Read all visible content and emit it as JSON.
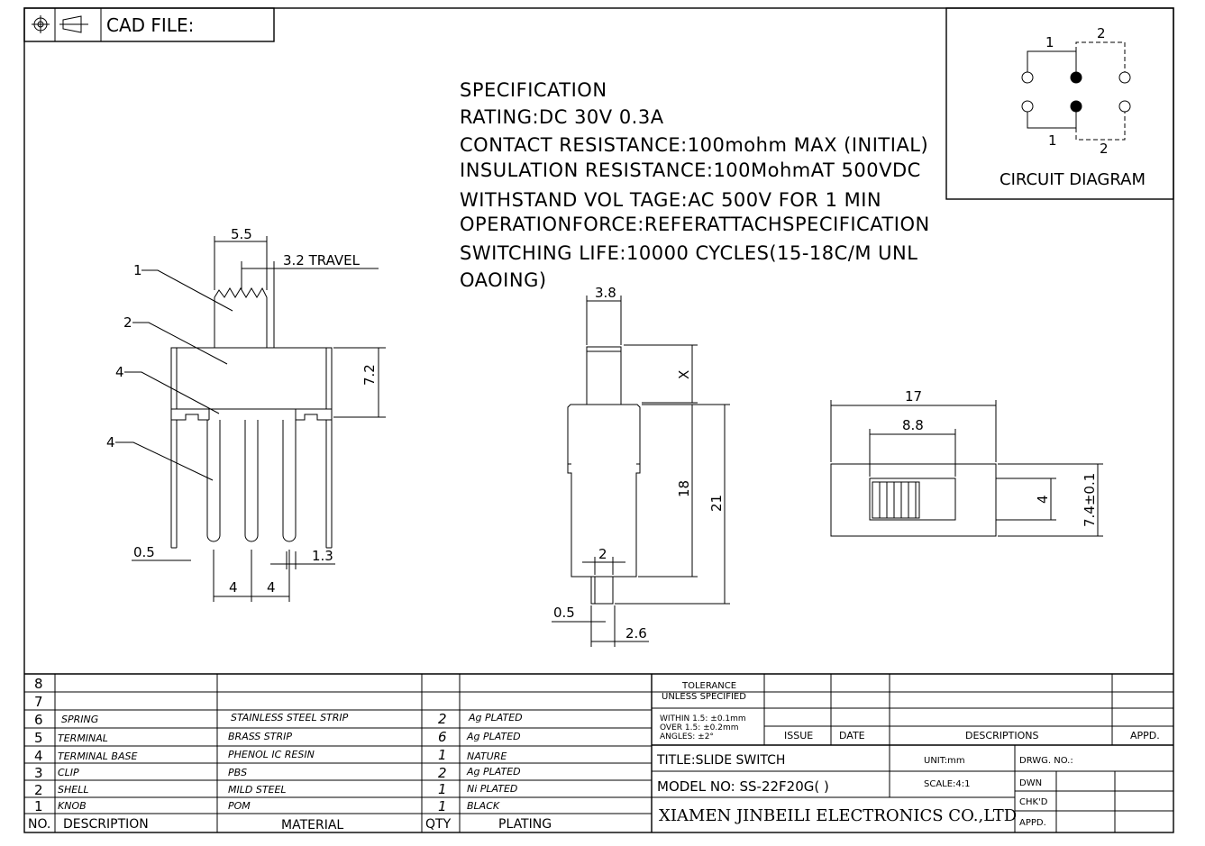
{
  "title_block": {
    "cad_file_label": "CAD FILE:"
  },
  "specification": {
    "heading": "SPECIFICATION",
    "lines": [
      "RATING:DC 30V 0.3A",
      "CONTACT RESISTANCE:100mohm MAX (INITIAL)",
      "INSULATION RESISTANCE:100MohmAT 500VDC",
      "WITHSTAND VOL TAGE:AC 500V FOR 1 MIN",
      "OPERATIONFORCE:REFERATTACHSPECIFICATION",
      "SWITCHING LIFE:10000 CYCLES(15-18C/M UNL",
      "OAOING)"
    ]
  },
  "circuit_diagram": {
    "label": "CIRCUIT DIAGRAM",
    "top_numbers": [
      "1",
      "2"
    ],
    "bottom_numbers": [
      "1",
      "2"
    ]
  },
  "front_view": {
    "dim_width": "5.5",
    "dim_travel": "3.2 TRAVEL",
    "dim_height": "7.2",
    "dim_pin": "0.5",
    "dim_pin_offset": "1.3",
    "dim_pitch_1": "4",
    "dim_pitch_2": "4",
    "callouts": [
      "1",
      "2",
      "4",
      "4"
    ]
  },
  "side_view": {
    "dim_knob": "3.8",
    "dim_x": "X",
    "dim_body": "18",
    "dim_total": "21",
    "dim_pin_width": "2",
    "dim_pin_thick": "0.5",
    "dim_pin_offset": "2.6"
  },
  "top_view": {
    "dim_length": "17",
    "dim_slot": "8.8",
    "dim_knob_width": "4",
    "dim_width": "7.4±0.1"
  },
  "bom": {
    "header": {
      "no": "NO.",
      "description": "DESCRIPTION",
      "material": "MATERIAL",
      "qty": "QTY",
      "plating": "PLATING"
    },
    "rows": [
      {
        "no": "8",
        "description": "",
        "material": "",
        "qty": "",
        "plating": ""
      },
      {
        "no": "7",
        "description": "",
        "material": "",
        "qty": "",
        "plating": ""
      },
      {
        "no": "6",
        "description": "SPRING",
        "material": "STAINLESS STEEL STRIP",
        "qty": "2",
        "plating": "Ag PLATED"
      },
      {
        "no": "5",
        "description": "TERMINAL",
        "material": "BRASS STRIP",
        "qty": "6",
        "plating": "Ag PLATED"
      },
      {
        "no": "4",
        "description": "TERMINAL BASE",
        "material": "PHENOL IC RESIN",
        "qty": "1",
        "plating": "NATURE"
      },
      {
        "no": "3",
        "description": "CLIP",
        "material": "PBS",
        "qty": "2",
        "plating": "Ag PLATED"
      },
      {
        "no": "2",
        "description": "SHELL",
        "material": "MILD STEEL",
        "qty": "1",
        "plating": "Ni PLATED"
      },
      {
        "no": "1",
        "description": "KNOB",
        "material": "POM",
        "qty": "1",
        "plating": "BLACK"
      }
    ]
  },
  "revision_block": {
    "tolerance_line1": "TOLERANCE",
    "tolerance_line2": "UNLESS SPECIFIED",
    "within": "WITHIN 1.5: ±0.1mm",
    "over": "OVER 1.5:  ±0.2mm",
    "angles": "ANGLES: ±2°",
    "issue": "ISSUE",
    "date": "DATE",
    "descriptions": "DESCRIPTIONS",
    "appd": "APPD."
  },
  "info_block": {
    "title": "TITLE:SLIDE SWITCH",
    "model": "MODEL NO: SS-22F20G( )",
    "company": "XIAMEN JINBEILI ELECTRONICS CO.,LTD",
    "unit": "UNIT:mm",
    "scale": "SCALE:4:1",
    "drwg_no": "DRWG. NO.:",
    "dwn": "DWN",
    "chkd": "CHK'D",
    "appd": "APPD."
  }
}
